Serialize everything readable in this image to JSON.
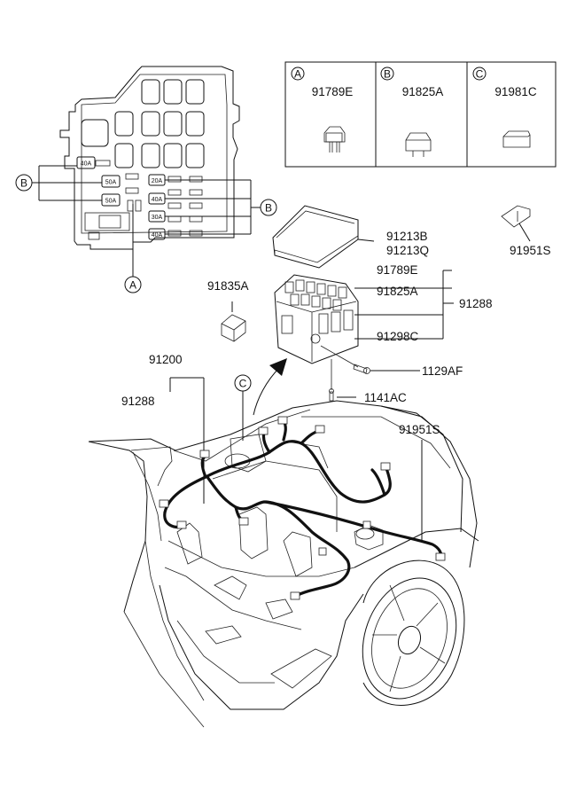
{
  "legend": {
    "a": {
      "letter": "A",
      "part": "91789E"
    },
    "b": {
      "letter": "B",
      "part": "91825A"
    },
    "c": {
      "letter": "C",
      "part": "91981C"
    }
  },
  "fuse_box": {
    "fuses": [
      "40A",
      "50A",
      "50A",
      "20A",
      "40A",
      "30A",
      "40A"
    ],
    "callouts": {
      "left_b": "B",
      "right_b": "B",
      "a": "A"
    }
  },
  "parts": {
    "cover_1": "91213B",
    "cover_2": "91213Q",
    "relay_box_1": "91789E",
    "relay_box_2": "91825A",
    "relay_box_group": "91288",
    "relay_box_3": "91298C",
    "bolt": "1129AF",
    "screw": "1141AC",
    "fuse": "91835A",
    "bracket_top": "91951S",
    "bracket_bottom": "91951S",
    "harness_1": "91200",
    "harness_2": "91288",
    "callout_c": "C"
  }
}
